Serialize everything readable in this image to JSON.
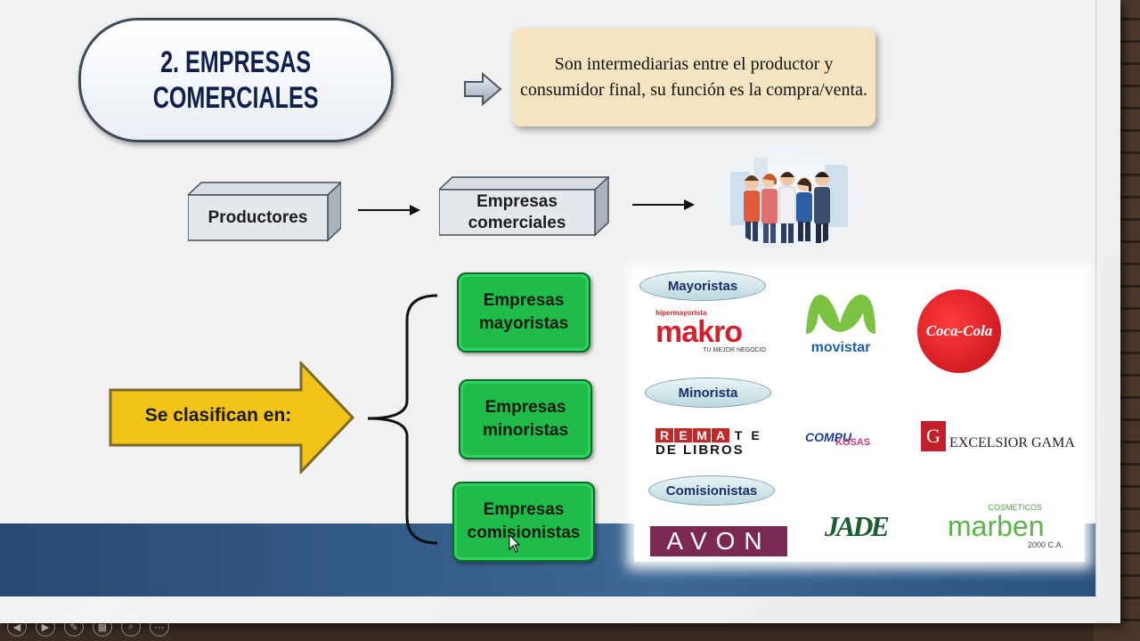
{
  "title": {
    "line1": "2. EMPRESAS",
    "line2": "COMERCIALES"
  },
  "definition": "Son intermediarias entre el productor y consumidor final, su función es la compra/venta.",
  "flow": {
    "producers": "Productores",
    "companies_line1": "Empresas",
    "companies_line2": "comerciales"
  },
  "classify_label": "Se clasifican en:",
  "types": [
    {
      "line1": "Empresas",
      "line2": "mayoristas"
    },
    {
      "line1": "Empresas",
      "line2": "minoristas"
    },
    {
      "line1": "Empresas",
      "line2": "comisionistas"
    }
  ],
  "categories": {
    "mayoristas": "Mayoristas",
    "minorista": "Minorista",
    "comisionistas": "Comisionistas"
  },
  "logos": {
    "makro_top": "hipermayorista",
    "makro": "makro",
    "makro_tag": "TU MEJOR NEGOCIO",
    "movistar": "movistar",
    "cocacola": "Coca-Cola",
    "remate_line1_letters": [
      "R",
      "E",
      "M",
      "A",
      "T",
      "E"
    ],
    "remate_line2": "DE LIBROS",
    "compu1": "COMPU",
    "compu2": "KOSAS",
    "excelsior": "EXCELSIOR GAMA",
    "avon": "AVON",
    "jade": "JADE",
    "marben_top": "COSMETICOS",
    "marben": "marben",
    "marben_sub": "2000 C.A."
  },
  "colors": {
    "green": "#1fbc4a",
    "yellow": "#f2c417",
    "navy": "#10204e",
    "blue_bar": "#2b527f"
  }
}
